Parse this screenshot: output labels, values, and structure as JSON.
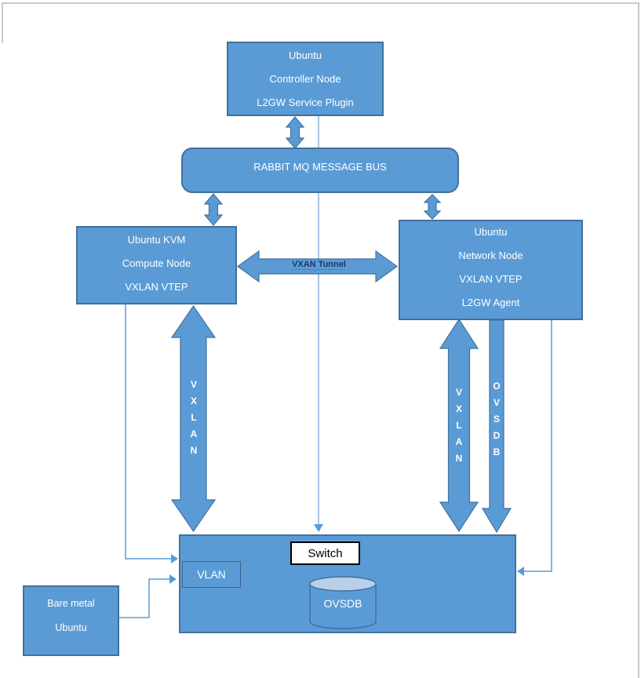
{
  "diagram": {
    "controller_node": {
      "lines": [
        "Ubuntu",
        "Controller Node",
        "L2GW Service Plugin"
      ]
    },
    "message_bus": {
      "label": "RABBIT MQ MESSAGE BUS"
    },
    "compute_node": {
      "lines": [
        "Ubuntu KVM",
        "Compute Node",
        "VXLAN VTEP"
      ]
    },
    "network_node": {
      "lines": [
        "Ubuntu",
        "Network Node",
        "VXLAN VTEP",
        "L2GW Agent"
      ]
    },
    "tunnel_arrow": {
      "label": "VXAN Tunnel"
    },
    "vxlan_left_arrow": {
      "label": "V X L A N"
    },
    "vxlan_right_arrow": {
      "label": "V X L A N"
    },
    "ovsdb_arrow": {
      "label": "O V S D B"
    },
    "switch": {
      "label": "Switch",
      "vlan_label": "VLAN",
      "ovsdb_db_label": "OVSDB"
    },
    "bare_metal_node": {
      "lines": [
        "Bare metal",
        "Ubuntu"
      ]
    },
    "colors": {
      "box_fill": "#5B9BD5",
      "box_border": "#41719C",
      "box_text": "#FFFFFF",
      "tunnel_text": "#1F3864",
      "cylinder_top": "#B8D0EA",
      "connector": "#5B9BD5",
      "page_frame": "#C9C9C9"
    }
  }
}
